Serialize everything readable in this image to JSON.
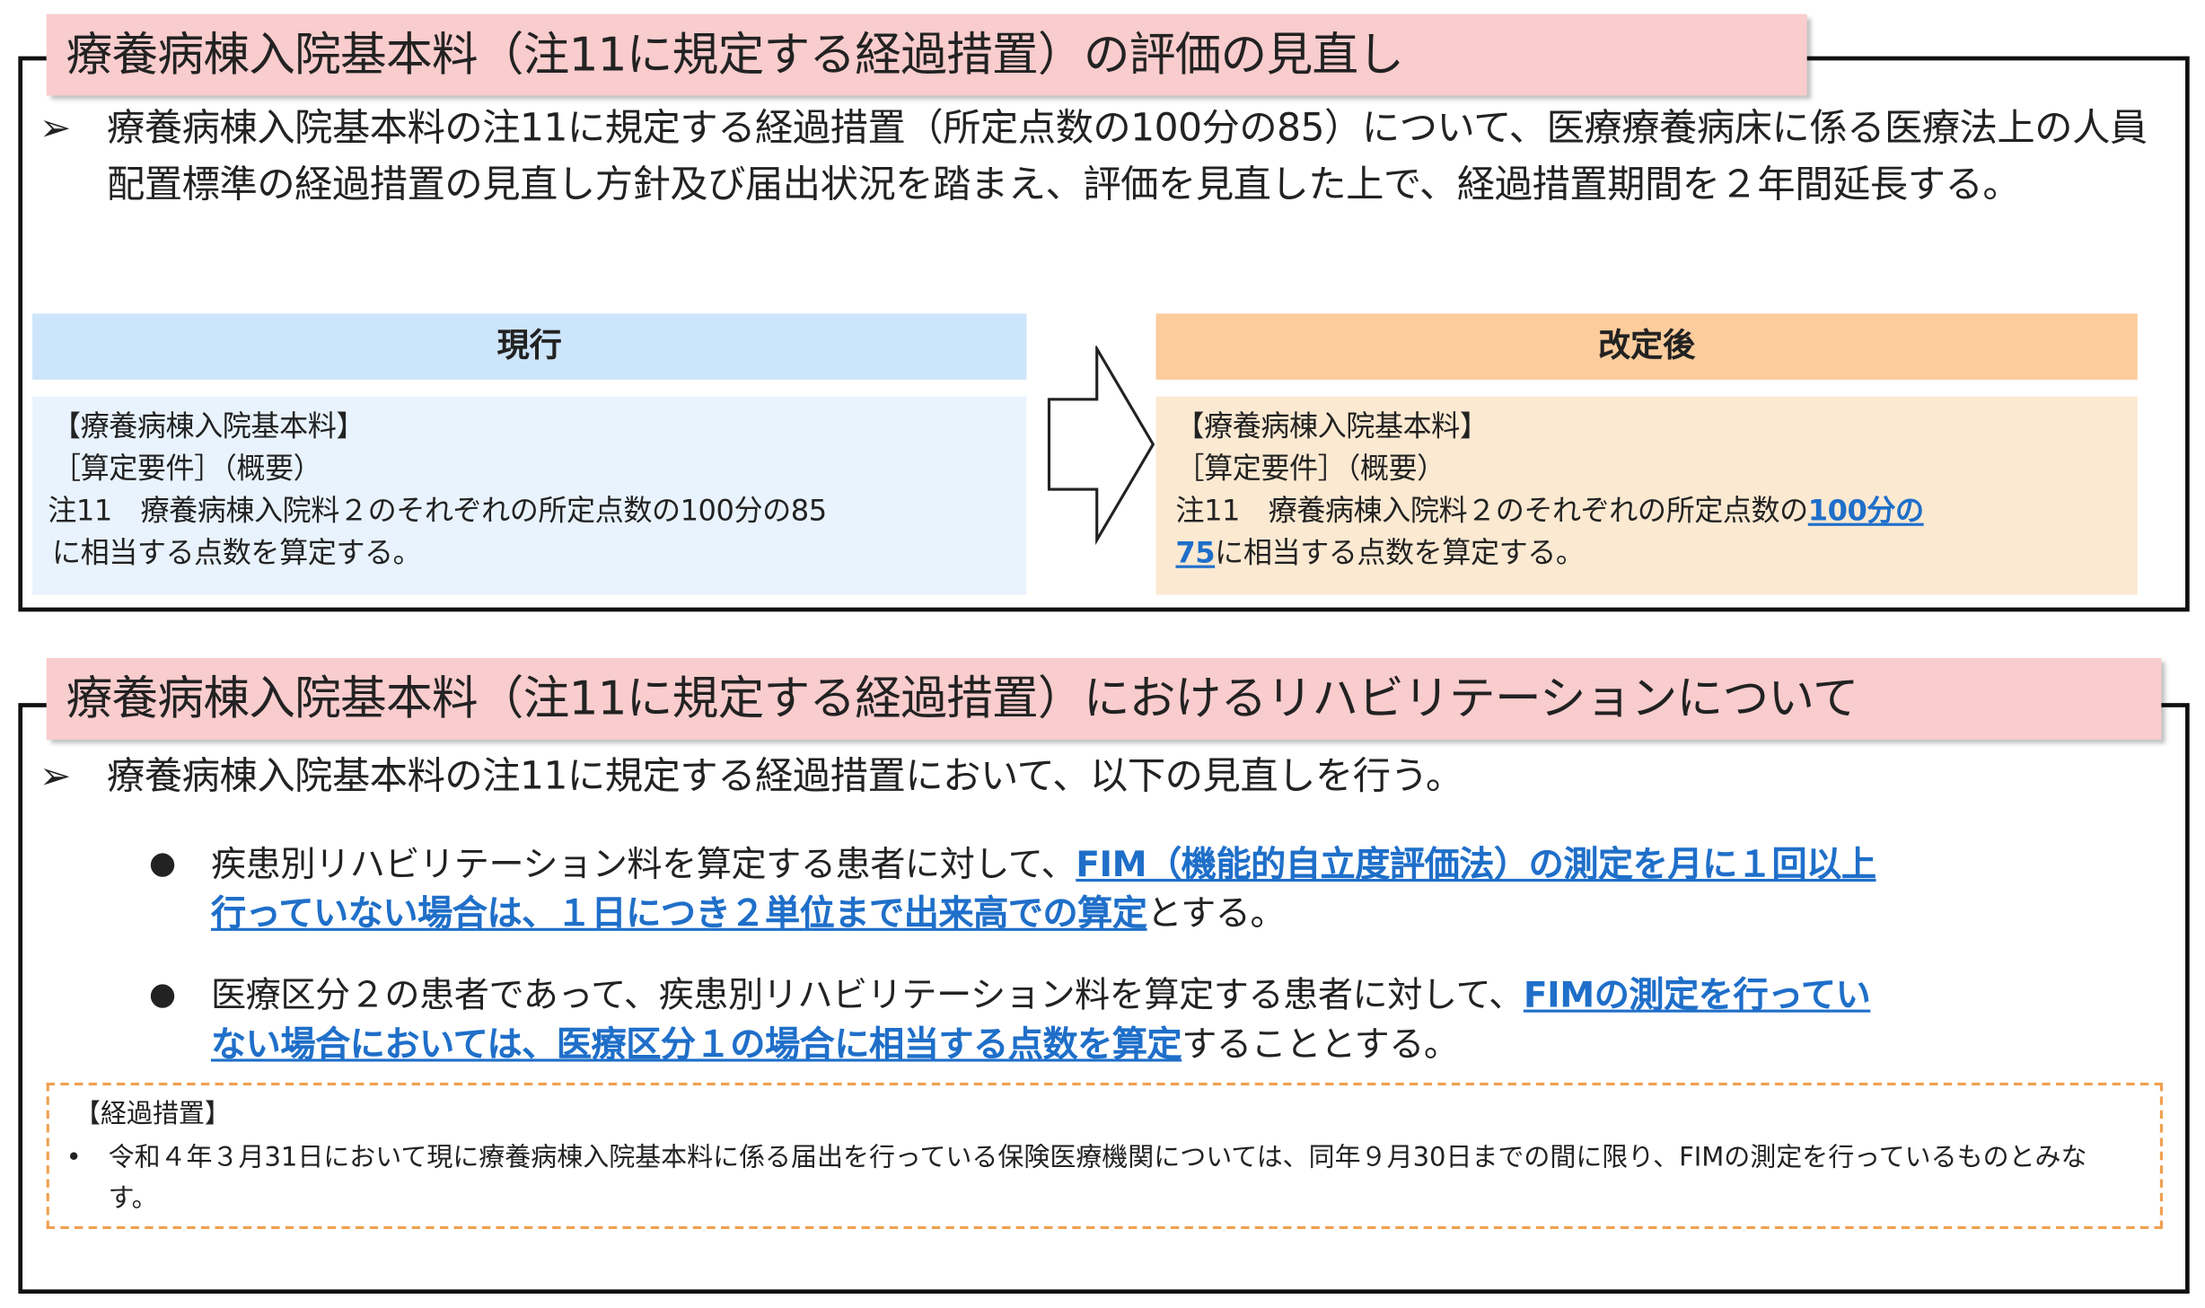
{
  "section1": {
    "title": "療養病棟入院基本料（注11に規定する経過措置）の評価の見直し",
    "lead": "療養病棟入院基本料の注11に規定する経過措置（所定点数の100分の85）について、医療療養病床に係る医療法上の人員配置標準の経過措置の見直し方針及び届出状況を踏まえ、評価を見直した上で、経過措置期間を２年間延長する。",
    "current": {
      "header": "現行",
      "line1": "【療養病棟入院基本料】",
      "line2": "［算定要件］（概要）",
      "line3": "注11　療養病棟入院料２のそれぞれの所定点数の100分の85",
      "line4": "に相当する点数を算定する。"
    },
    "revised": {
      "header": "改定後",
      "line1": "【療養病棟入院基本料】",
      "line2": "［算定要件］（概要）",
      "line3": "注11　療養病棟入院料２のそれぞれの所定点数の",
      "line3_hl": "100分の",
      "line4_hl": "75",
      "line4": "に相当する点数を算定する。"
    }
  },
  "section2": {
    "title": "療養病棟入院基本料（注11に規定する経過措置）におけるリハビリテーションについて",
    "lead": "療養病棟入院基本料の注11に規定する経過措置において、以下の見直しを行う。",
    "bullets": [
      {
        "pre": "疾患別リハビリテーション料を算定する患者に対して、",
        "hl1": "FIM（機能的自立度評価法）の測定を月に１回以上",
        "hl2": "行っていない場合は、１日につき２単位まで出来高での算定",
        "post": "とする。"
      },
      {
        "pre": "医療区分２の患者であって、疾患別リハビリテーション料を算定する患者に対して、",
        "hl1": "FIMの測定を行ってい",
        "hl2": "ない場合においては、医療区分１の場合に相当する点数を算定",
        "post": "することとする。"
      }
    ],
    "note": {
      "title": "【経過措置】",
      "text": "令和４年３月31日において現に療養病棟入院基本料に係る届出を行っている保険医療機関については、同年９月30日までの間に限り、FIMの測定を行っているものとみなす。"
    }
  },
  "colors": {
    "title_bg": "#f9cccd",
    "current_header": "#cde5fb",
    "current_body": "#e9f3fd",
    "revised_header": "#fccc9c",
    "revised_body": "#fce9d2",
    "highlight": "#1f6fc9",
    "note_border": "#f0a050"
  }
}
